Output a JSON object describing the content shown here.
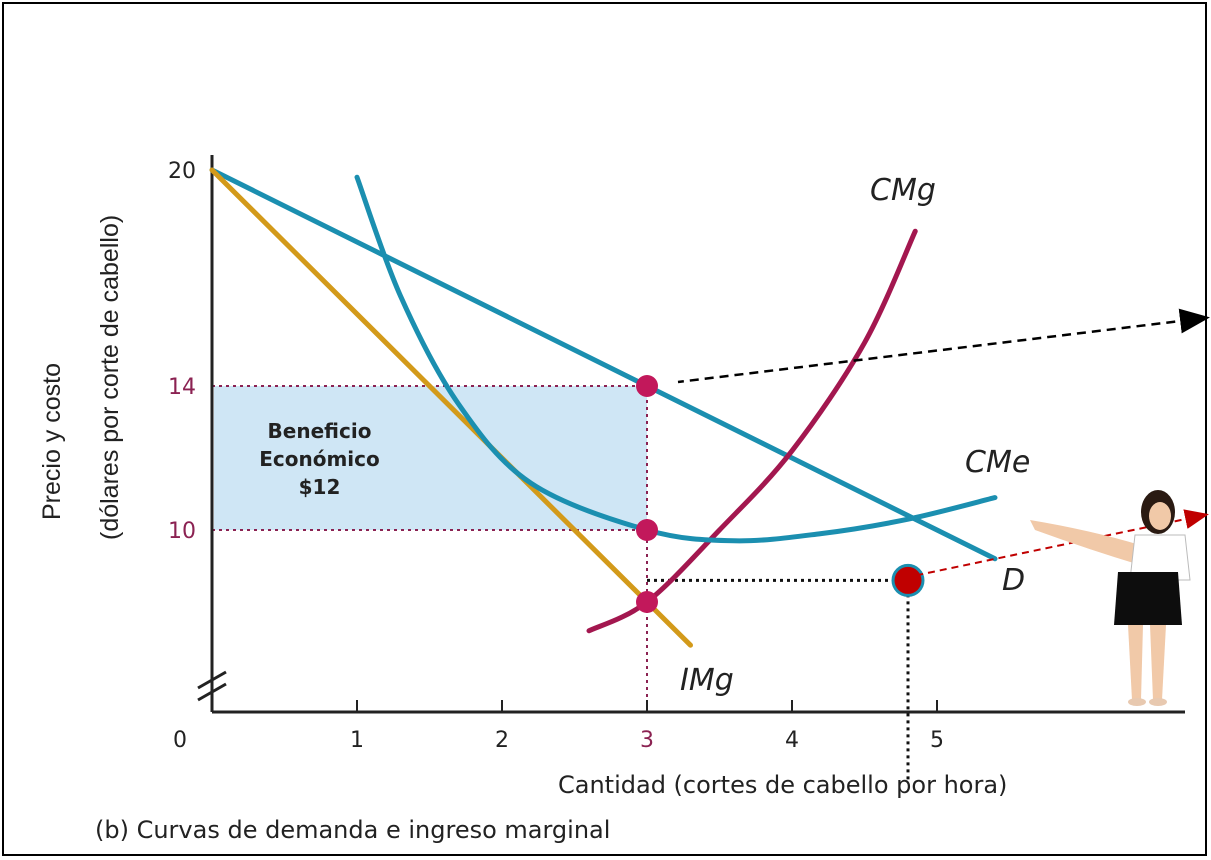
{
  "chart_data": {
    "type": "line",
    "title": "",
    "caption": "(b) Curvas de demanda e ingreso marginal",
    "xlabel": "Cantidad (cortes de cabello por hora)",
    "ylabel": [
      "Precio y costo",
      "(dólares por corte de cabello)"
    ],
    "x_ticks": [
      "0",
      "1",
      "2",
      "3",
      "4",
      "5"
    ],
    "y_ticks": [
      "20",
      "14",
      "10"
    ],
    "xlim": [
      0,
      6.8
    ],
    "ylim": [
      5,
      20
    ],
    "axis_break": true,
    "grid": false,
    "series": [
      {
        "name": "D",
        "color": "#1b8fb0",
        "x": [
          0,
          3,
          5.4
        ],
        "y": [
          20,
          14,
          9.2
        ]
      },
      {
        "name": "IMg",
        "color": "#d39a1a",
        "x": [
          0,
          3,
          3.3
        ],
        "y": [
          20,
          8,
          6.8
        ]
      },
      {
        "name": "CMg",
        "color": "#a3174f",
        "x": [
          2.6,
          3,
          3.5,
          4,
          4.5,
          4.85
        ],
        "y": [
          7.2,
          8,
          10,
          12.2,
          15.2,
          18.3
        ]
      },
      {
        "name": "CMe",
        "color": "#1b8fb0",
        "x": [
          1,
          1.3,
          1.7,
          2.2,
          3,
          3.6,
          4.2,
          4.8,
          5.4
        ],
        "y": [
          19.8,
          16.5,
          13.5,
          11.3,
          10,
          9.7,
          9.9,
          10.3,
          10.9
        ]
      }
    ],
    "points": [
      {
        "x": 3,
        "y": 14,
        "color": "#c2185b"
      },
      {
        "x": 3,
        "y": 10,
        "color": "#c2185b"
      },
      {
        "x": 3,
        "y": 8,
        "color": "#c2185b"
      },
      {
        "x": 4.8,
        "y": 8.6,
        "color": "#c00000"
      }
    ],
    "shaded_region": {
      "x": [
        0,
        3
      ],
      "y": [
        10,
        14
      ],
      "color": "#cfe6f5",
      "label": [
        "Beneficio",
        "Económico",
        "$12"
      ]
    }
  }
}
